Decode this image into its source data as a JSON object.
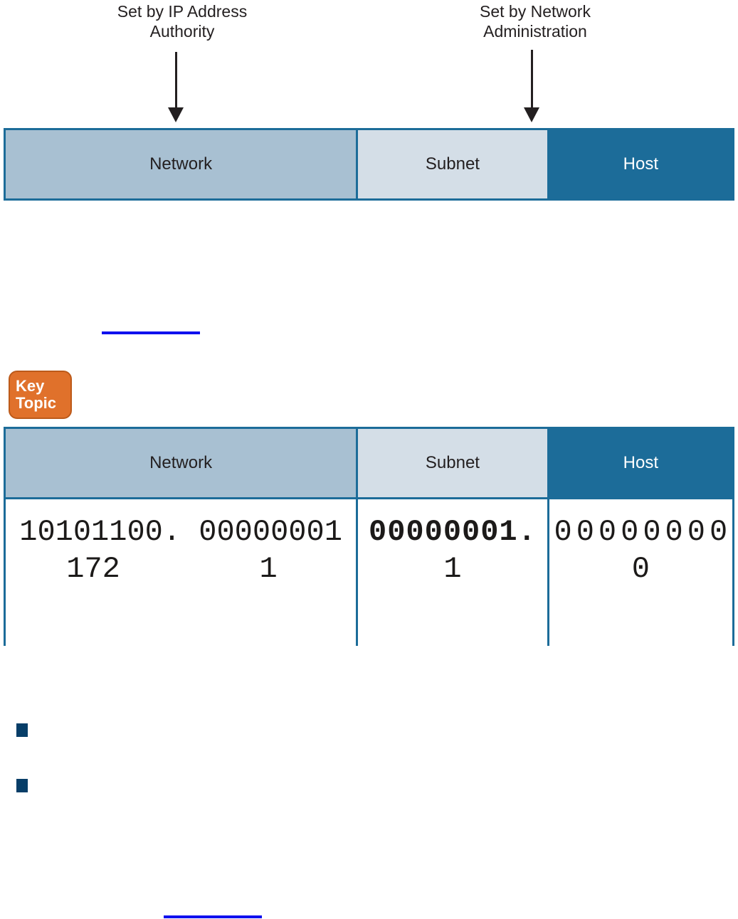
{
  "colors": {
    "network_fill": "#a8c0d2",
    "subnet_fill": "#d4dee7",
    "host_fill": "#1c6c99",
    "table_border": "#1c6c99",
    "text_dark": "#231f20",
    "key_topic_orange": "#e0712b",
    "bullet_navy": "#073e68",
    "link_blue": "#0f10ee"
  },
  "top_diagram": {
    "annotation_left": {
      "line1": "Set by IP Address",
      "line2": "Authority"
    },
    "annotation_right": {
      "line1": "Set by Network",
      "line2": "Administration"
    },
    "bar": {
      "network": "Network",
      "subnet": "Subnet",
      "host": "Host"
    }
  },
  "key_topic_badge": {
    "line1": "Key",
    "line2": "Topic"
  },
  "address_table": {
    "header": {
      "network": "Network",
      "subnet": "Subnet",
      "host": "Host"
    },
    "body": {
      "network_binary": "10101100. 00000001",
      "network_decimal_octet1": "172",
      "network_decimal_octet2": "1",
      "subnet_binary": "00000001.",
      "subnet_decimal": "1",
      "host_binary": "00000000",
      "host_decimal": "0"
    }
  }
}
